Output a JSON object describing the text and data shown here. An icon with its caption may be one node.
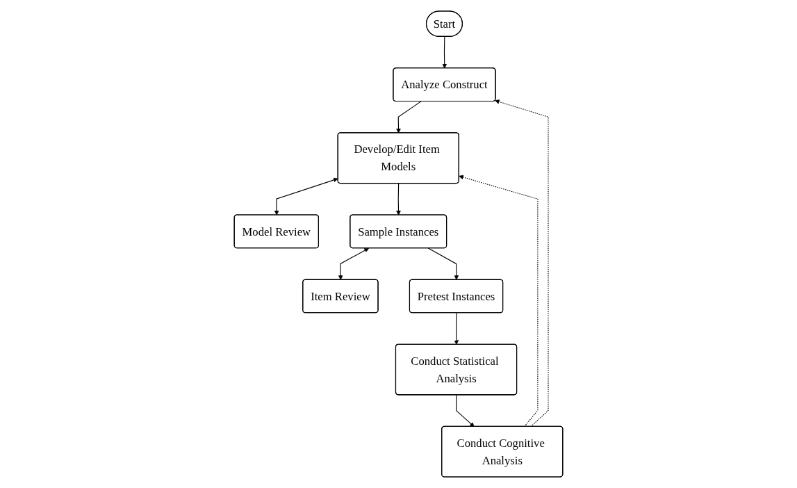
{
  "diagram": {
    "nodes": [
      {
        "text": [
          "Start"
        ]
      },
      {
        "text": [
          "Model Review"
        ]
      },
      {
        "text": [
          "Item Review"
        ]
      },
      {
        "text": [
          "Analyze Construct"
        ]
      },
      {
        "text": [
          "Develop/Edit Item Models"
        ]
      },
      {
        "text": [
          "Sample Instances"
        ]
      },
      {
        "text": [
          "Conduct Cognitive Analysis"
        ]
      },
      {
        "text": [
          "Conduct Statistical Analysis"
        ]
      },
      {
        "text": [
          "Pretest Instances"
        ]
      }
    ],
    "edges": [
      {
        "from": 0,
        "to": 3,
        "arrow": "to"
      },
      {
        "from": 3,
        "to": 4,
        "arrow": "to"
      },
      {
        "from": 4,
        "to": 1,
        "arrow": "both"
      },
      {
        "from": 4,
        "to": 5,
        "arrow": "to"
      },
      {
        "from": 5,
        "to": 2,
        "arrow": "both"
      },
      {
        "from": 5,
        "to": 8,
        "arrow": "to"
      },
      {
        "from": 8,
        "to": 7,
        "arrow": "to"
      },
      {
        "from": 7,
        "to": 6,
        "arrow": "to"
      },
      {
        "from": 6,
        "to": 3,
        "arrow": "to",
        "style": "dashed"
      },
      {
        "from": 6,
        "to": 4,
        "arrow": "to",
        "style": "dashed"
      }
    ]
  }
}
